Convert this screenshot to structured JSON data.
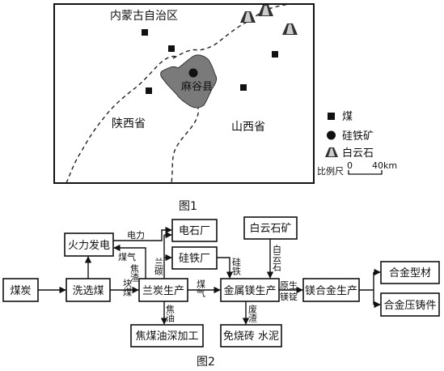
{
  "figure1": {
    "caption": "图1",
    "regions": {
      "inner_mongolia": "内蒙古自治区",
      "shaanxi": "陕西省",
      "shanxi": "山西省",
      "county": "麻谷县"
    },
    "legend": {
      "coal": "煤",
      "ferrosilicon": "硅铁矿",
      "dolomite": "白云石"
    },
    "scale": {
      "label": "比例尺",
      "zero": "0",
      "distance": "40km"
    }
  },
  "figure2": {
    "caption": "图2",
    "nodes": {
      "coal": "煤炭",
      "washing": "洗选煤",
      "thermal_power": "火力发电",
      "calcium_carbide": "电石厂",
      "ferrosilicon_plant": "硅铁厂",
      "dolomite_mine": "白云石矿",
      "semi_coke": "兰炭生产",
      "magnesium": "金属镁生产",
      "mg_alloy": "镁合金生产",
      "alloy_profile": "合金型材",
      "alloy_casting": "合金压铸件",
      "tar": "焦煤油深加工",
      "brick": "免烧砖 水泥"
    },
    "edge_labels": {
      "electricity": "电力",
      "gas_to_power": "煤气",
      "semi_coke_slag": "焦渣",
      "semi_coke_to_plants": "兰碳",
      "lump_coal": "块煤",
      "gas_to_mg": "煤气",
      "ferrosilicon": "硅铁",
      "dolomite": "白云石",
      "tar": "焦油",
      "slag": "废渣",
      "raw_mg_ingot": "原生镁锭"
    }
  }
}
